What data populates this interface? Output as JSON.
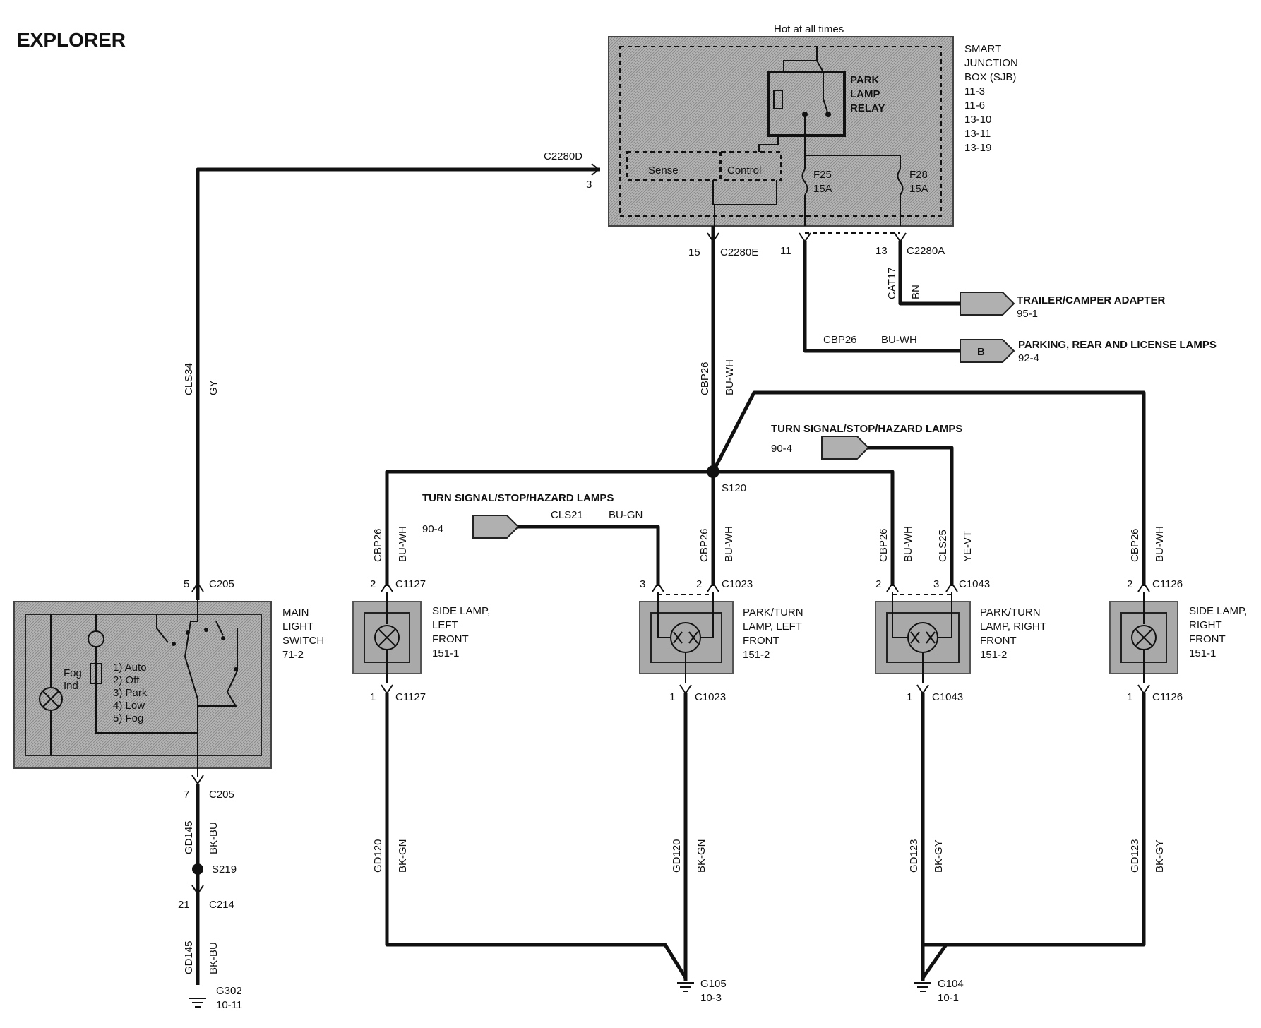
{
  "title": "EXPLORER",
  "sjb": {
    "hot": "Hot at all times",
    "name": [
      "SMART",
      "JUNCTION",
      "BOX (SJB)",
      "11-3",
      "11-6",
      "13-10",
      "13-11",
      "13-19"
    ],
    "relay": [
      "PARK",
      "LAMP",
      "RELAY"
    ],
    "sense": "Sense",
    "control": "Control",
    "fuse1": [
      "F25",
      "15A"
    ],
    "fuse2": [
      "F28",
      "15A"
    ]
  },
  "connectors": {
    "c2280d": "C2280D",
    "c2280d_pin": "3",
    "c2280e": "C2280E",
    "c2280e_pin": "15",
    "c2280a_pin11": "11",
    "c2280a_pin13": "13",
    "c2280a": "C2280A"
  },
  "wires": {
    "cls34": "CLS34",
    "gy": "GY",
    "cbp26": "CBP26",
    "buwh": "BU-WH",
    "cat17": "CAT17",
    "bn": "BN",
    "cls21": "CLS21",
    "bugn": "BU-GN",
    "cls25": "CLS25",
    "yevt": "YE-VT",
    "gd145": "GD145",
    "bkbu": "BK-BU",
    "gd120": "GD120",
    "bkgn": "BK-GN",
    "gd123": "GD123",
    "bkgy": "BK-GY"
  },
  "outputs": {
    "trailer": "TRAILER/CAMPER ADAPTER",
    "trailer_ref": "95-1",
    "parking": "PARKING, REAR AND LICENSE LAMPS",
    "parking_ref": "92-4",
    "parking_letter": "B",
    "turn": "TURN SIGNAL/STOP/HAZARD LAMPS",
    "turn_ref": "90-4"
  },
  "splices": {
    "s120": "S120",
    "s219": "S219"
  },
  "switch": {
    "name": [
      "MAIN",
      "LIGHT",
      "SWITCH",
      "71-2"
    ],
    "pin_top": "5",
    "conn_top": "C205",
    "pin_bottom": "7",
    "conn_bottom": "C205",
    "positions": [
      "1) Auto",
      "2) Off",
      "3) Park",
      "4) Low",
      "5) Fog"
    ],
    "fog_label": [
      "Fog",
      "Ind"
    ]
  },
  "lamps": {
    "side_left": {
      "name": [
        "SIDE LAMP,",
        "LEFT",
        "FRONT",
        "151-1"
      ],
      "conn": "C1127"
    },
    "park_left": {
      "name": [
        "PARK/TURN",
        "LAMP, LEFT",
        "FRONT",
        "151-2"
      ],
      "conn": "C1023"
    },
    "park_right": {
      "name": [
        "PARK/TURN",
        "LAMP, RIGHT",
        "FRONT",
        "151-2"
      ],
      "conn": "C1043"
    },
    "side_right": {
      "name": [
        "SIDE LAMP,",
        "RIGHT",
        "FRONT",
        "151-1"
      ],
      "conn": "C1126"
    }
  },
  "pins": {
    "p1": "1",
    "p2": "2",
    "p3": "3",
    "p21": "21"
  },
  "c214": "C214",
  "grounds": {
    "g302": "G302",
    "g302_ref": "10-11",
    "g105": "G105",
    "g105_ref": "10-3",
    "g104": "G104",
    "g104_ref": "10-1"
  }
}
